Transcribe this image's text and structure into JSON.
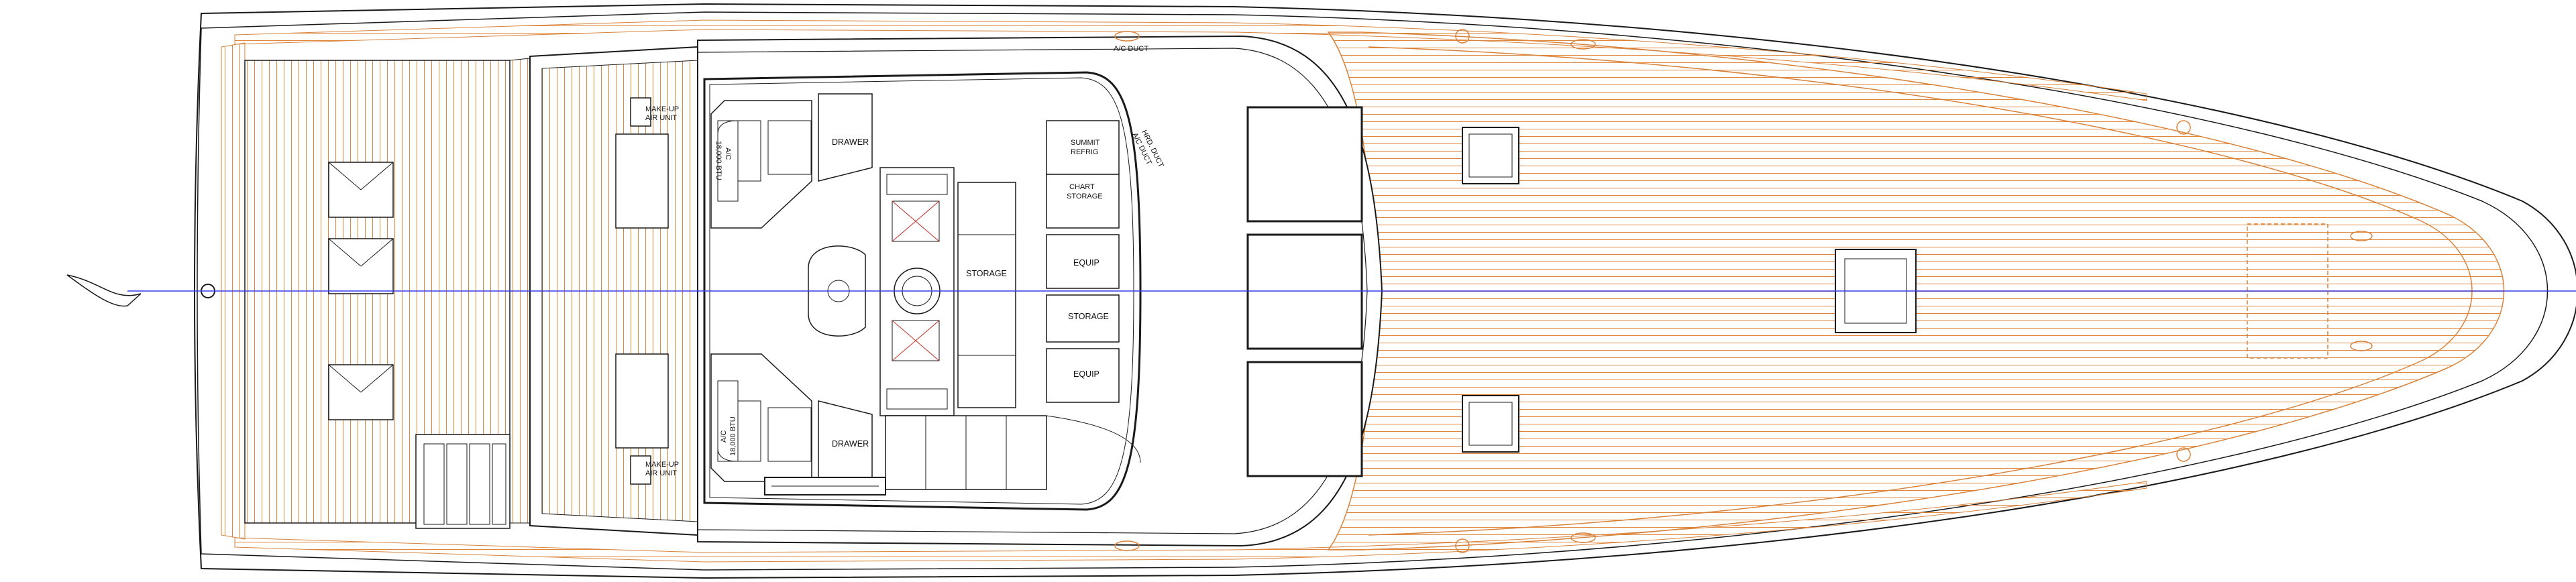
{
  "labels": {
    "drawer_upper": "DRAWER",
    "drawer_lower": "DRAWER",
    "makeup_air_upper": [
      "MAKE-UP",
      "AIR UNIT"
    ],
    "makeup_air_lower": [
      "MAKE-UP",
      "AIR UNIT"
    ],
    "ac_upper": [
      "A/C",
      "18,000 BTU"
    ],
    "ac_lower": [
      "A/C",
      "18,000 BTU"
    ],
    "ac_duct": "A/C DUCT",
    "hrd_duct": [
      "HRD. DUCT",
      "A/C DUCT"
    ],
    "summit_refrig": [
      "SUMMIT",
      "REFRIG"
    ],
    "chart_storage": [
      "CHART",
      "STORAGE"
    ],
    "storage_center": "STORAGE",
    "equip_upper": "EQUIP",
    "storage_right": "STORAGE",
    "equip_lower": "EQUIP"
  },
  "colors": {
    "teak": "#d9823a",
    "line": "#1a1a1a",
    "centerline": "#3a3ae8",
    "accent_red": "#c0302a"
  }
}
